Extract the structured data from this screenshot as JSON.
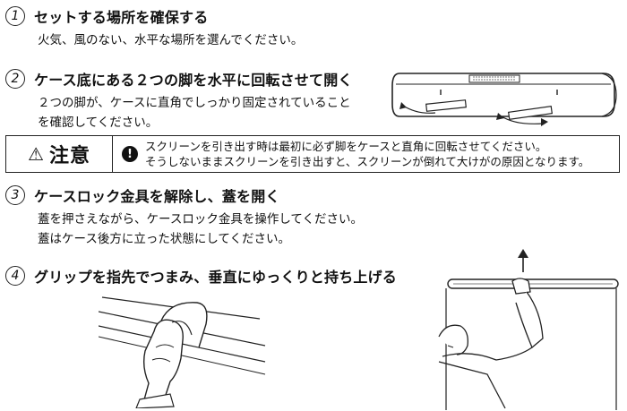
{
  "steps": [
    {
      "num": "1",
      "title": "セットする場所を確保する",
      "desc": [
        "火気、風のない、水平な場所を選んでください。"
      ]
    },
    {
      "num": "2",
      "title": "ケース底にある２つの脚を水平に回転させて開く",
      "desc": [
        "２つの脚が、ケースに直角でしっかり固定されていること",
        "を確認してください。"
      ]
    },
    {
      "num": "3",
      "title": "ケースロック金具を解除し、蓋を開く",
      "desc": [
        "蓋を押さえながら、ケースロック金具を操作してください。",
        "蓋はケース後方に立った状態にしてください。"
      ]
    },
    {
      "num": "4",
      "title": "グリップを指先でつまみ、垂直にゆっくりと持ち上げる",
      "desc": []
    }
  ],
  "notice": {
    "label": "注意",
    "lines": [
      "スクリーンを引き出す時は最初に必ず脚をケースと直角に回転させてください。",
      "そうしないままスクリーンを引き出すと、スクリーンが倒れて大けがの原因となります。"
    ]
  },
  "icons": {
    "warning": "warning-triangle-icon",
    "exclamation": "exclamation-circle-icon"
  }
}
